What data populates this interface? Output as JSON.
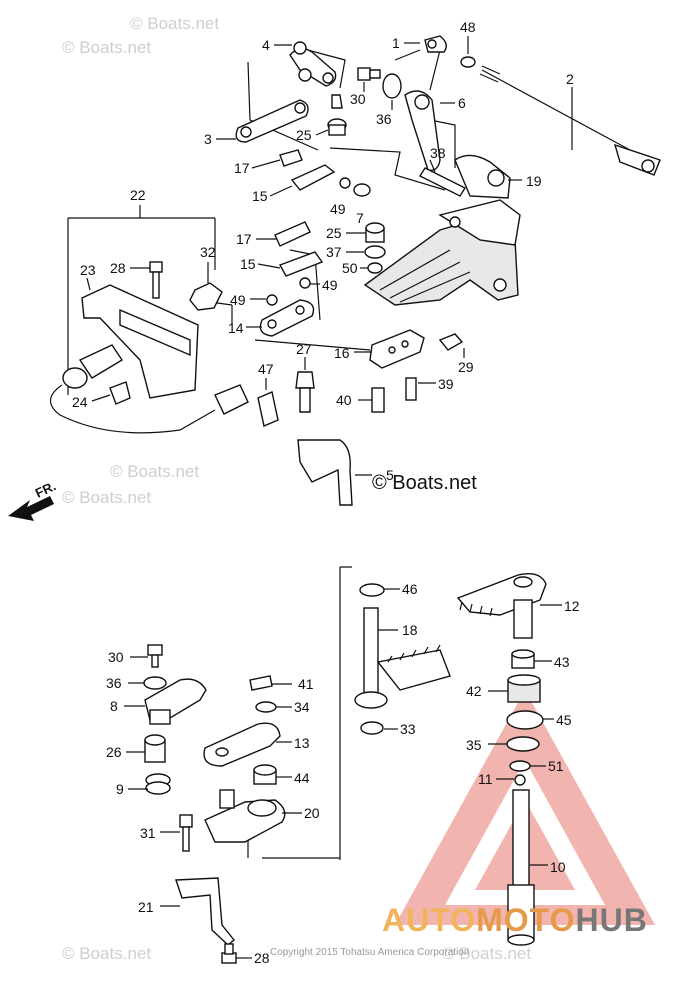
{
  "watermarks": [
    "© Boats.net",
    "© Boats.net",
    "© Boats.net",
    "© Boats.net",
    "© Boats.net",
    "© Boats.net"
  ],
  "copyright_mark": "© Boats.net",
  "footer_text": "Copyright 2015 Tohatsu America Corporation",
  "brand": {
    "part1": "AUTO",
    "part2": "MOTO",
    "part3": "HUB"
  },
  "direction_label": "FR.",
  "callouts": [
    "1",
    "2",
    "3",
    "4",
    "5",
    "6",
    "7",
    "8",
    "9",
    "10",
    "11",
    "12",
    "13",
    "14",
    "15",
    "15",
    "16",
    "17",
    "17",
    "18",
    "19",
    "20",
    "21",
    "22",
    "23",
    "24",
    "25",
    "25",
    "26",
    "27",
    "28",
    "28",
    "29",
    "30",
    "30",
    "31",
    "32",
    "33",
    "34",
    "35",
    "36",
    "36",
    "37",
    "38",
    "39",
    "40",
    "41",
    "42",
    "43",
    "44",
    "45",
    "46",
    "47",
    "48",
    "49",
    "49",
    "49",
    "50",
    "51"
  ],
  "colors": {
    "triangle": "#f0a7a0",
    "brand_orange": "#f2b45a",
    "brand_grey": "#777777"
  }
}
